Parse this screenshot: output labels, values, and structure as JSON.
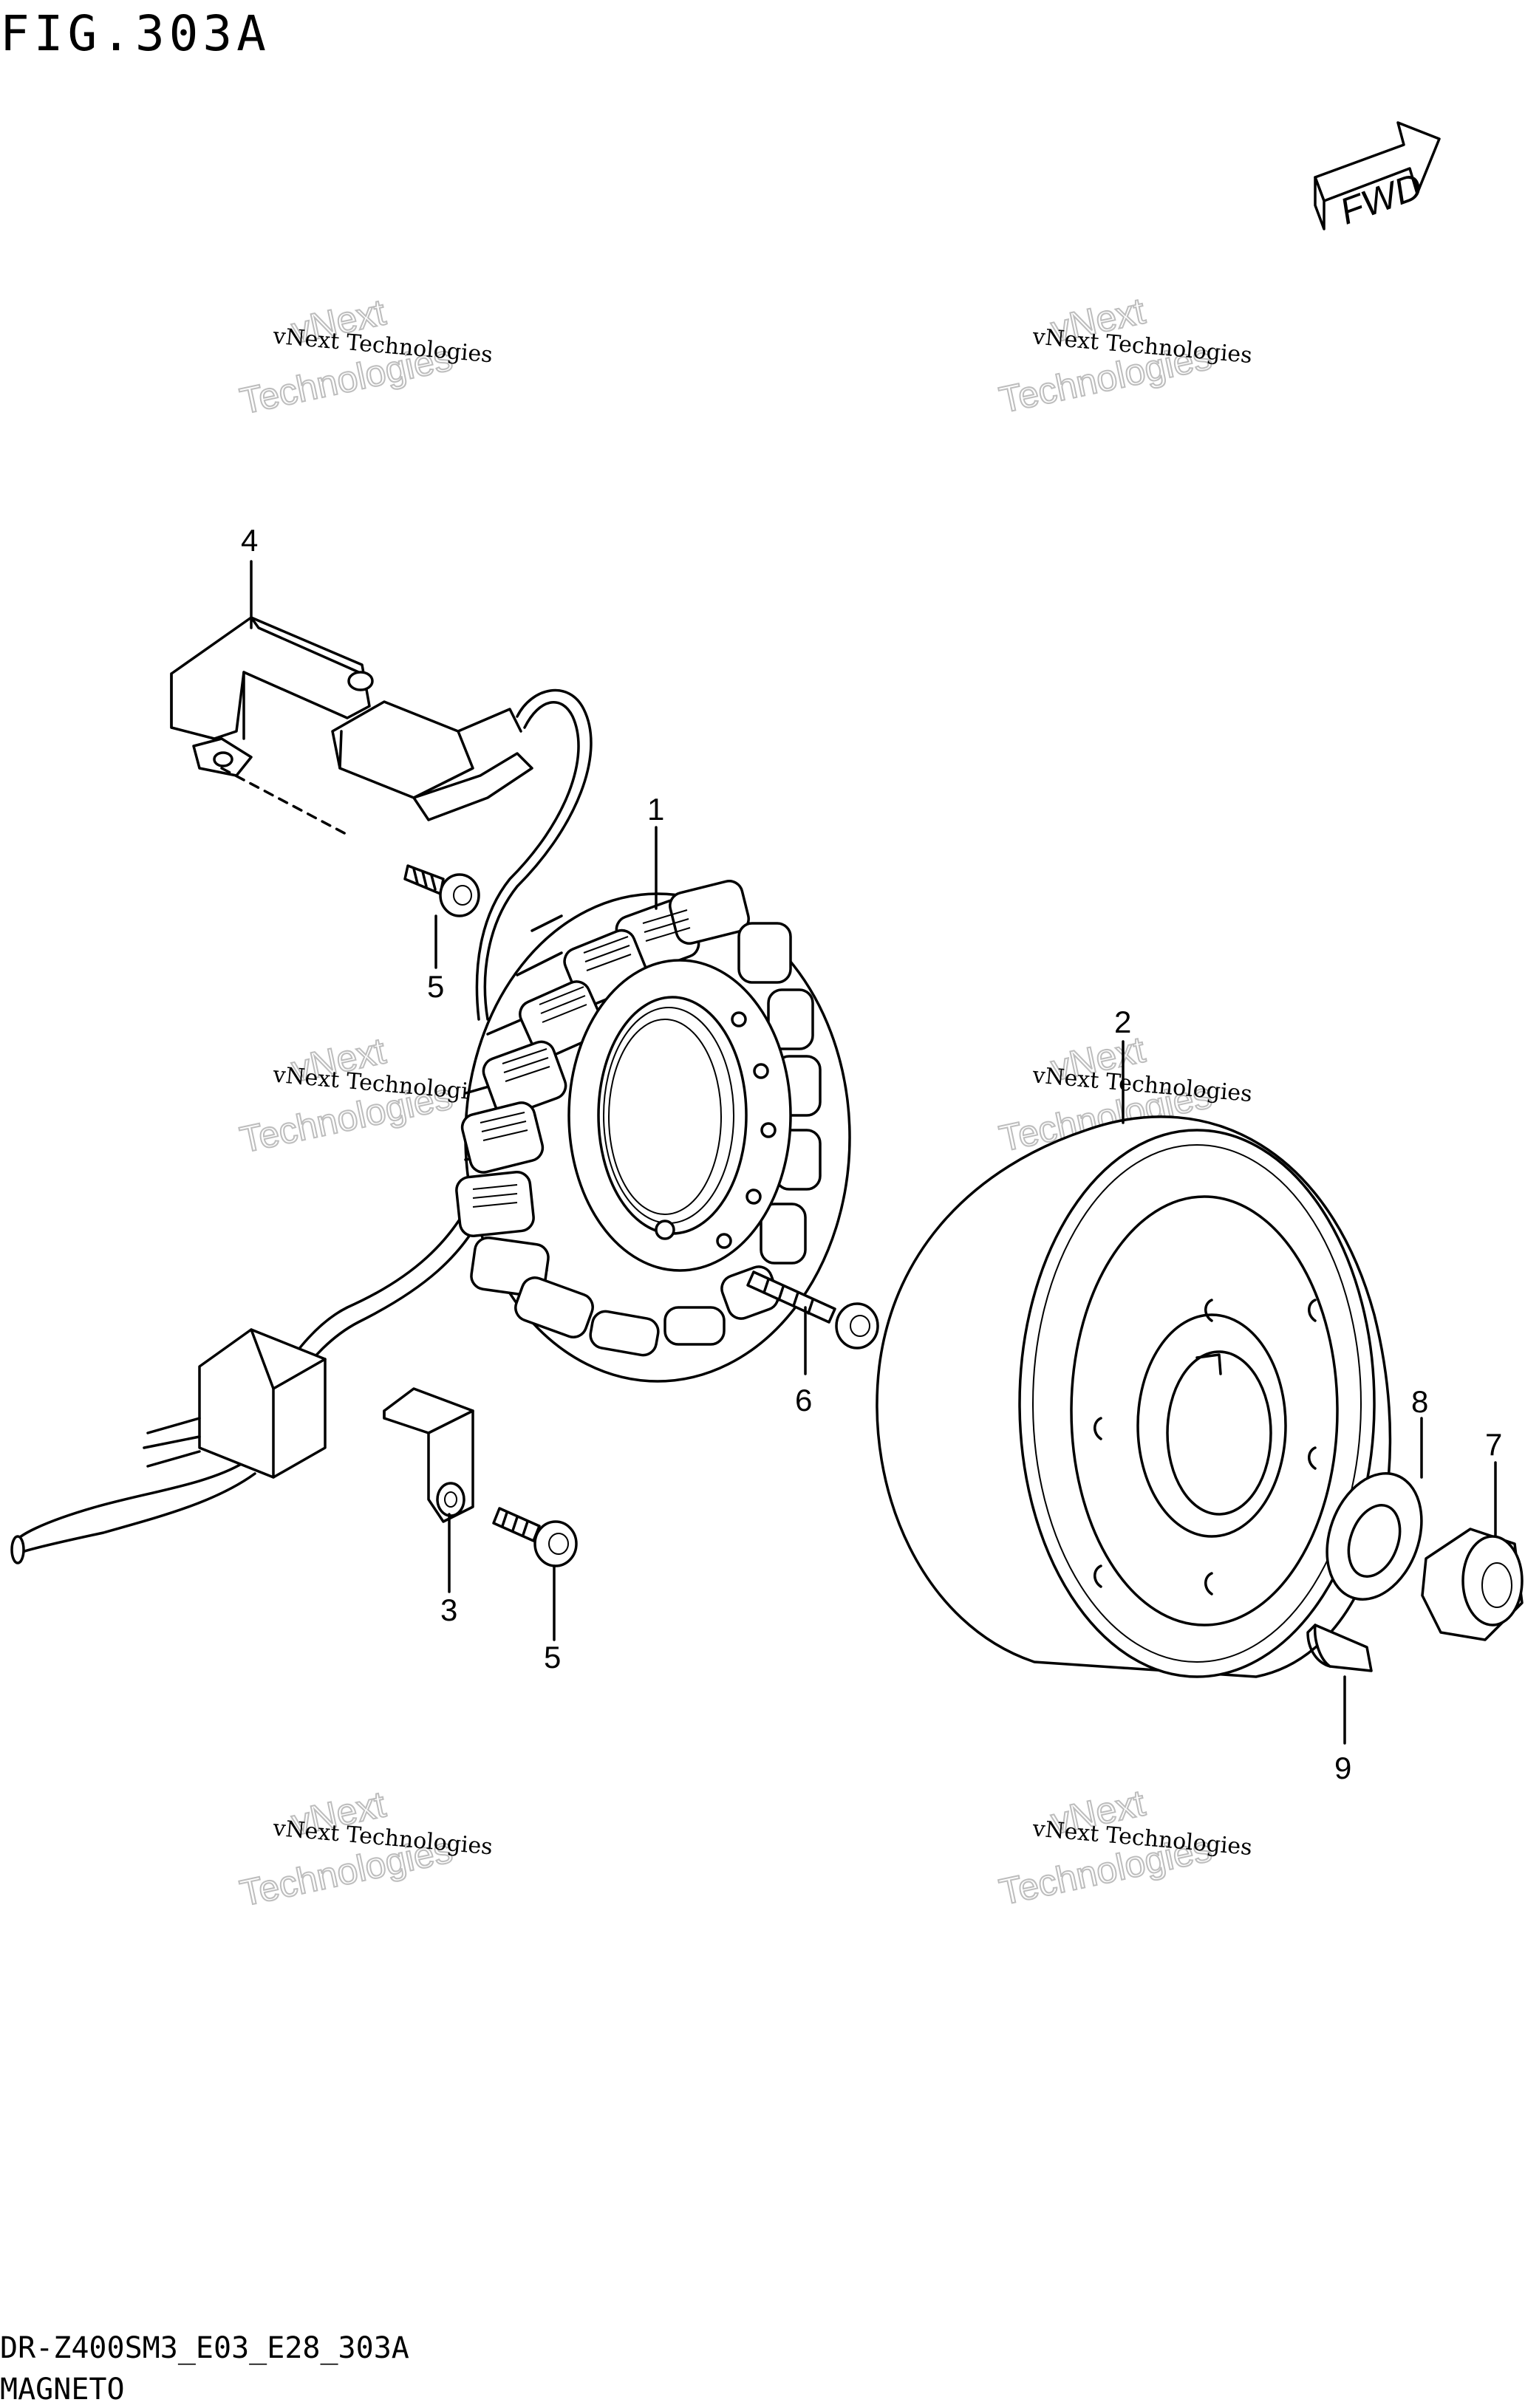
{
  "figure": {
    "title": "FIG.303A",
    "code": "DR-Z400SM3_E03_E28_303A",
    "name": "MAGNETO"
  },
  "fwd_badge": {
    "label": "FWD",
    "icon": "fwd-arrow-icon"
  },
  "watermark": {
    "line_small": "vNext Technologies",
    "line_big_1": "vNext",
    "line_big_2": "Technologies"
  },
  "callouts": {
    "c1": "1",
    "c2": "2",
    "c3": "3",
    "c4": "4",
    "c5a": "5",
    "c5b": "5",
    "c6": "6",
    "c7": "7",
    "c8": "8",
    "c9": "9"
  }
}
